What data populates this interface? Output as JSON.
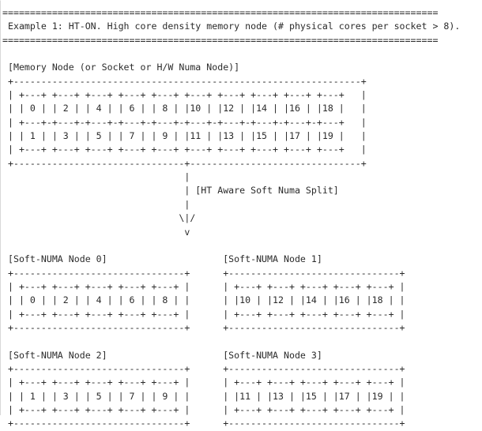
{
  "document": {
    "kind": "ascii-art-diagram",
    "title": "Example 1: HT-ON. High core density memory node (# physical cores per socket > 8).",
    "text_color": "#2b2b2b",
    "background_color": "#ffffff"
  },
  "header": {
    "rule_char": "=",
    "rule_top": "=============================================================================",
    "rule_bottom": "=============================================================================",
    "caption": " Example 1: HT-ON. High core density memory node (# physical cores per socket > 8)."
  },
  "memory_node": {
    "label": "[Memory Node (or Socket or H/W Numa Node)]",
    "even_cores": [
      "0",
      "2",
      "4",
      "6",
      "8",
      "10",
      "12",
      "14",
      "16",
      "18"
    ],
    "odd_cores": [
      "1",
      "3",
      "5",
      "7",
      "9",
      "11",
      "13",
      "15",
      "17",
      "19"
    ],
    "core_count": 20,
    "physical_core_count": 10
  },
  "split_arrow": {
    "label": "[HT Aware Soft Numa Split]",
    "stem_char": "|",
    "head_chars": "\\|/",
    "tip_char": "v"
  },
  "soft_numa_nodes": [
    {
      "label": "[Soft-NUMA Node 0]",
      "cores": [
        "0",
        "2",
        "4",
        "6",
        "8"
      ]
    },
    {
      "label": "[Soft-NUMA Node 1]",
      "cores": [
        "10",
        "12",
        "14",
        "16",
        "18"
      ]
    },
    {
      "label": "[Soft-NUMA Node 2]",
      "cores": [
        "1",
        "3",
        "5",
        "7",
        "9"
      ]
    },
    {
      "label": "[Soft-NUMA Node 3]",
      "cores": [
        "11",
        "13",
        "15",
        "17",
        "19"
      ]
    }
  ],
  "ascii": {
    "full": "=============================================================================\n Example 1: HT-ON. High core density memory node (# physical cores per socket > 8).\n=============================================================================\n\n [Memory Node (or Socket or H/W Numa Node)]\n +---------------------------------------------------------------+\n | +---+ +---+ +---+ +---+ +---+ +---+ +---+ +---+ +---+ +---+    |\n | | 0 | | 2 | | 4 | | 6 | | 8 | |10 | |12 | |14 | |16 | |18 |    |\n | +---+-+---+-+---+-+---+-+---+-+---+-+---+-+---+-+---+-+---+    |\n | | 1 | | 3 | | 5 | | 7 | | 9 | |11 | |13 | |15 | |17 | |19 |    |\n | +---+ +---+ +---+ +---+ +---+ +---+ +---+ +---+ +---+ +---+    |\n +-------------------------------+-------------------------------+\n                                 |\n                                 | [HT Aware Soft Numa Split]\n                                 |\n                                \\|/\n                                 v\n\n [Soft-NUMA Node 0]                    [Soft-NUMA Node 1]\n +-----------------------------+       +-----------------------------+\n | +---+ +---+ +---+ +---+ +---+ |     | +---+ +---+ +---+ +---+ +---+ |\n | | 0 | | 2 | | 4 | | 6 | | 8 | |     | |10 | |12 | |14 | |16 | |18 | |\n | +---+ +---+ +---+ +---+ +---+ |     | +---+ +---+ +---+ +---+ +---+ |\n +-----------------------------+       +-----------------------------+\n\n [Soft-NUMA Node 2]                    [Soft-NUMA Node 3]\n +-----------------------------+       +-----------------------------+\n | +---+ +---+ +---+ +---+ +---+ |     | +---+ +---+ +---+ +---+ +---+ |\n | | 1 | | 3 | | 5 | | 7 | | 9 | |     | |11 | |13 | |15 | |17 | |19 | |\n | +---+ +---+ +---+ +---+ +---+ |     | +---+ +---+ +---+ +---+ +---+ |\n +-----------------------------+       +-----------------------------+"
  },
  "lines": [
    "===============================================================================",
    " Example 1: HT-ON. High core density memory node (# physical cores per socket > 8).",
    "===============================================================================",
    "",
    " [Memory Node (or Socket or H/W Numa Node)]",
    " +---------------------------------------------------------------+",
    " | +---+ +---+ +---+ +---+ +---+ +---+ +---+ +---+ +---+ +---+   |",
    " | | 0 | | 2 | | 4 | | 6 | | 8 | |10 | |12 | |14 | |16 | |18 |   |",
    " | +---+-+---+-+---+-+---+-+---+-+---+-+---+-+---+-+---+-+---+   |",
    " | | 1 | | 3 | | 5 | | 7 | | 9 | |11 | |13 | |15 | |17 | |19 |   |",
    " | +---+ +---+ +---+ +---+ +---+ +---+ +---+ +---+ +---+ +---+   |",
    " +-------------------------------+-------------------------------+",
    "                                 |",
    "                                 | [HT Aware Soft Numa Split]",
    "                                 |",
    "                                \\|/",
    "                                 v",
    "",
    " [Soft-NUMA Node 0]                     [Soft-NUMA Node 1]",
    " +-------------------------------+      +-------------------------------+",
    " | +---+ +---+ +---+ +---+ +---+ |      | +---+ +---+ +---+ +---+ +---+ |",
    " | | 0 | | 2 | | 4 | | 6 | | 8 | |      | |10 | |12 | |14 | |16 | |18 | |",
    " | +---+ +---+ +---+ +---+ +---+ |      | +---+ +---+ +---+ +---+ +---+ |",
    " +-------------------------------+      +-------------------------------+",
    "",
    " [Soft-NUMA Node 2]                     [Soft-NUMA Node 3]",
    " +-------------------------------+      +-------------------------------+",
    " | +---+ +---+ +---+ +---+ +---+ |      | +---+ +---+ +---+ +---+ +---+ |",
    " | | 1 | | 3 | | 5 | | 7 | | 9 | |      | |11 | |13 | |15 | |17 | |19 | |",
    " | +---+ +---+ +---+ +---+ +---+ |      | +---+ +---+ +---+ +---+ +---+ |",
    " +-------------------------------+      +-------------------------------+"
  ]
}
